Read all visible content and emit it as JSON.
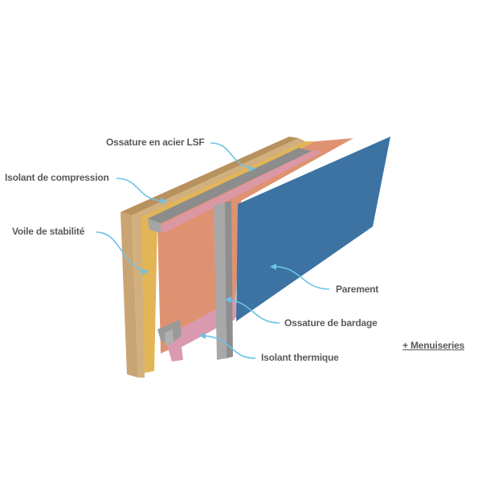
{
  "labels": {
    "steel_frame": "Ossature en acier LSF",
    "compression_insulation": "Isolant de compression",
    "bracing_panel": "Voile de stabilité",
    "facing": "Parement",
    "cladding_frame": "Ossature de bardage",
    "thermal_insulation": "Isolant thermique"
  },
  "more_link": "+ Menuiseries",
  "colors": {
    "osb": "#c9a574",
    "compression": "#e2b556",
    "insulation": "#df9272",
    "pink": "#d99ab0",
    "steel": "#9a9a9a",
    "facing": "#3c73a2",
    "arrow": "#6cc3e6",
    "text": "#5a5a5a"
  }
}
